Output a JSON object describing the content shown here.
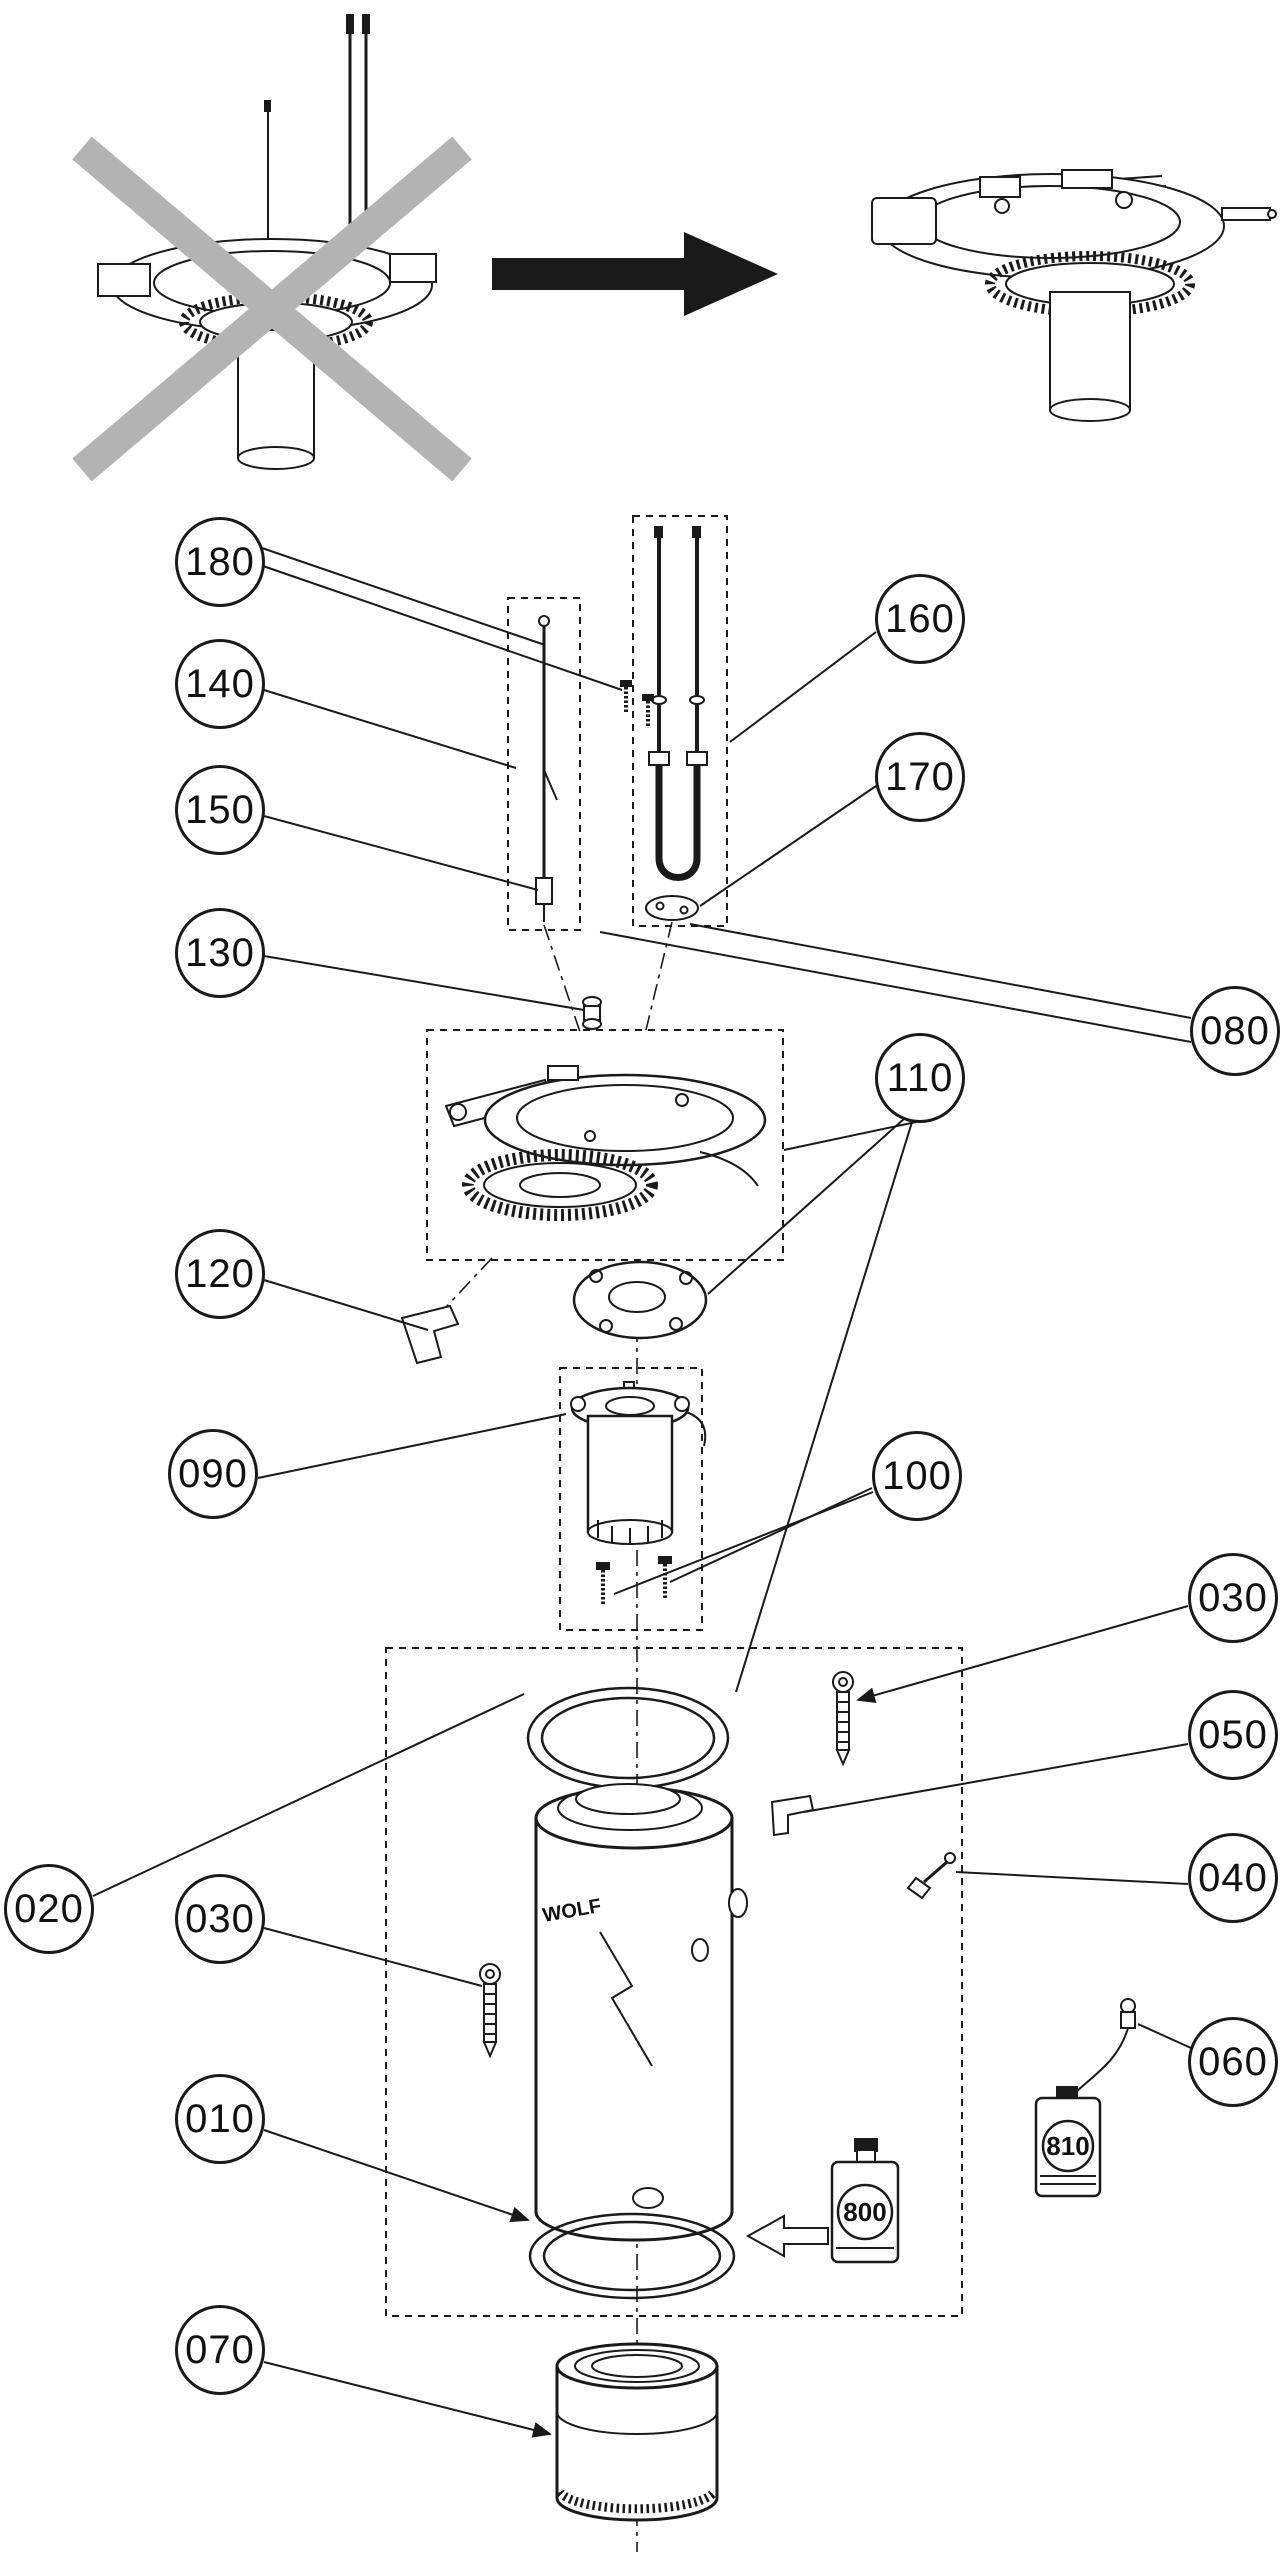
{
  "diagram": {
    "type": "exploded-parts-diagram",
    "brand_label": "WOLF",
    "callouts": [
      {
        "id": "180",
        "label": "180"
      },
      {
        "id": "140",
        "label": "140"
      },
      {
        "id": "150",
        "label": "150"
      },
      {
        "id": "130",
        "label": "130"
      },
      {
        "id": "160",
        "label": "160"
      },
      {
        "id": "170",
        "label": "170"
      },
      {
        "id": "080",
        "label": "080"
      },
      {
        "id": "110",
        "label": "110"
      },
      {
        "id": "120",
        "label": "120"
      },
      {
        "id": "090",
        "label": "090"
      },
      {
        "id": "100",
        "label": "100"
      },
      {
        "id": "030-upper",
        "label": "030"
      },
      {
        "id": "050",
        "label": "050"
      },
      {
        "id": "040",
        "label": "040"
      },
      {
        "id": "020",
        "label": "020"
      },
      {
        "id": "030-lower",
        "label": "030"
      },
      {
        "id": "060",
        "label": "060"
      },
      {
        "id": "010",
        "label": "010"
      },
      {
        "id": "070",
        "label": "070"
      }
    ],
    "consumable_labels": [
      {
        "id": "800",
        "label": "800"
      },
      {
        "id": "810",
        "label": "810"
      }
    ],
    "icons": {
      "cross_out": "cross-out-x",
      "arrow_right": "arrow-right"
    },
    "colors": {
      "line": "#1a1a1a",
      "cross_out": "#b3b3b3",
      "background": "#ffffff"
    }
  }
}
